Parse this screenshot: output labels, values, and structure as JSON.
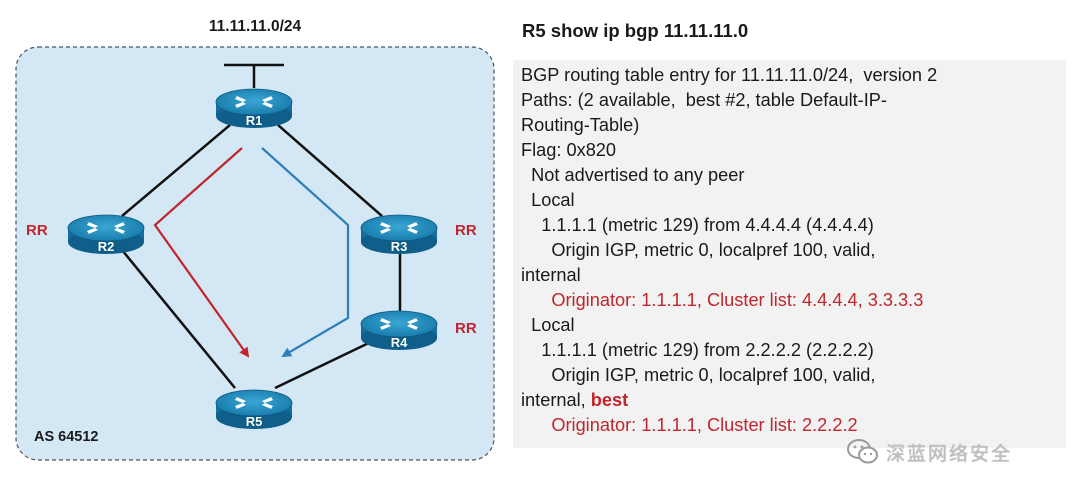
{
  "diagram": {
    "prefix_label": "11.11.11.0/24",
    "as_label": "AS 64512",
    "rr_label": "RR",
    "routers": [
      {
        "id": "R1",
        "label": "R1"
      },
      {
        "id": "R2",
        "label": "R2",
        "role": "RR"
      },
      {
        "id": "R3",
        "label": "R3",
        "role": "RR"
      },
      {
        "id": "R4",
        "label": "R4",
        "role": "RR"
      },
      {
        "id": "R5",
        "label": "R5"
      }
    ],
    "links": [
      [
        "R1",
        "R2"
      ],
      [
        "R1",
        "R3"
      ],
      [
        "R3",
        "R4"
      ],
      [
        "R2",
        "R5"
      ],
      [
        "R4",
        "R5"
      ]
    ],
    "paths": [
      {
        "name": "via R2",
        "color": "#c0262d"
      },
      {
        "name": "via R3/R4",
        "color": "#2e7fb8"
      }
    ],
    "colors": {
      "area_fill": "#d3e7f4",
      "router_blue": "#1a86b5",
      "rr_red": "#c0262d"
    }
  },
  "output": {
    "title": "R5 show ip bgp 11.11.11.0",
    "lines": {
      "l1": "BGP routing table entry for 11.11.11.0/24,  version 2",
      "l2": "Paths: (2 available,  best #2, table Default-IP-",
      "l3": "Routing-Table)",
      "l4": "Flag: 0x820",
      "l5": "  Not advertised to any peer",
      "l6": "  Local",
      "l7": "    1.1.1.1 (metric 129) from 4.4.4.4 (4.4.4.4)",
      "l8": "      Origin IGP, metric 0, localpref 100, valid,",
      "l9": "internal",
      "l10": "      Originator: 1.1.1.1, Cluster list: 4.4.4.4, 3.3.3.3",
      "l11": "  Local",
      "l12": "    1.1.1.1 (metric 129) from 2.2.2.2 (2.2.2.2)",
      "l13": "      Origin IGP, metric 0, localpref 100, valid,",
      "l14a": "internal, ",
      "l14b": "best",
      "l15": "      Originator: 1.1.1.1, Cluster list: 2.2.2.2"
    }
  },
  "watermark": {
    "text": "深蓝网络安全",
    "icon": "wechat-icon"
  }
}
